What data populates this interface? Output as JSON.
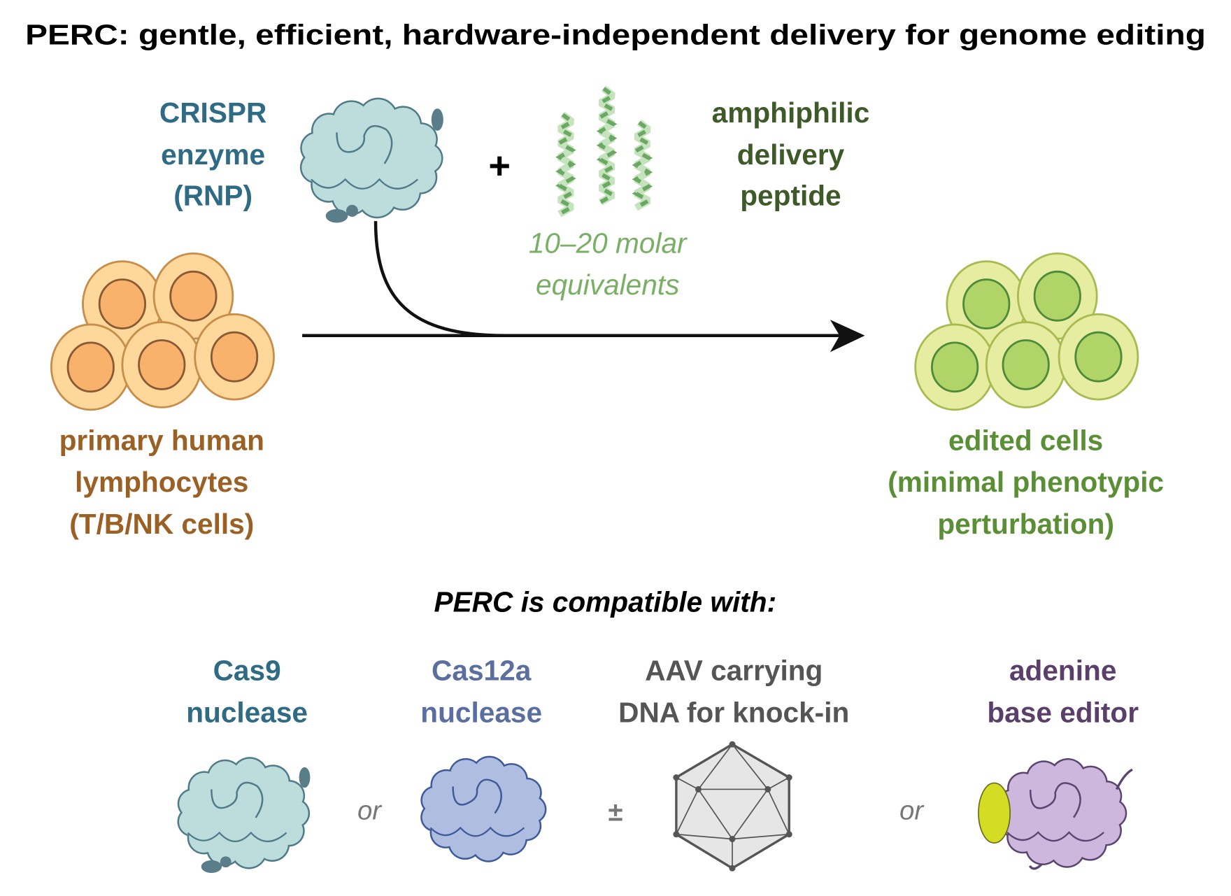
{
  "title": "PERC: gentle, efficient, hardware-independent delivery for genome editing",
  "enzyme": {
    "lines": [
      "CRISPR",
      "enzyme",
      "(RNP)"
    ],
    "icon": "crispr-enzyme-icon"
  },
  "plus": "+",
  "peptide": {
    "lines": [
      "amphiphilic",
      "delivery",
      "peptide"
    ],
    "icon": "helical-peptide-icon"
  },
  "ratio": {
    "lines": [
      "10–20 molar",
      "equivalents"
    ]
  },
  "input_cells": {
    "lines": [
      "primary human",
      "lymphocytes",
      "(T/B/NK cells)"
    ]
  },
  "output_cells": {
    "lines": [
      "edited cells",
      "(minimal phenotypic",
      "perturbation)"
    ]
  },
  "compatible": {
    "heading": "PERC is compatible with:",
    "items": [
      {
        "lines": [
          "Cas9",
          "nuclease"
        ],
        "icon": "cas9-icon"
      },
      {
        "lines": [
          "Cas12a",
          "nuclease"
        ],
        "icon": "cas12a-icon"
      },
      {
        "lines": [
          "AAV carrying",
          "DNA for knock-in"
        ],
        "icon": "aav-capsid-icon"
      },
      {
        "lines": [
          "adenine",
          "base editor"
        ],
        "icon": "base-editor-icon"
      }
    ],
    "separators": [
      "or",
      "±",
      "or"
    ]
  },
  "colors": {
    "enzyme_text": "#2f6b85",
    "peptide_text": "#3d5a28",
    "ratio_text": "#7aaf66",
    "input_text": "#9a6024",
    "output_text": "#5a8f36",
    "cas12a_text": "#5a6fa0",
    "aav_text": "#555555",
    "abe_text": "#5a3f6a"
  }
}
